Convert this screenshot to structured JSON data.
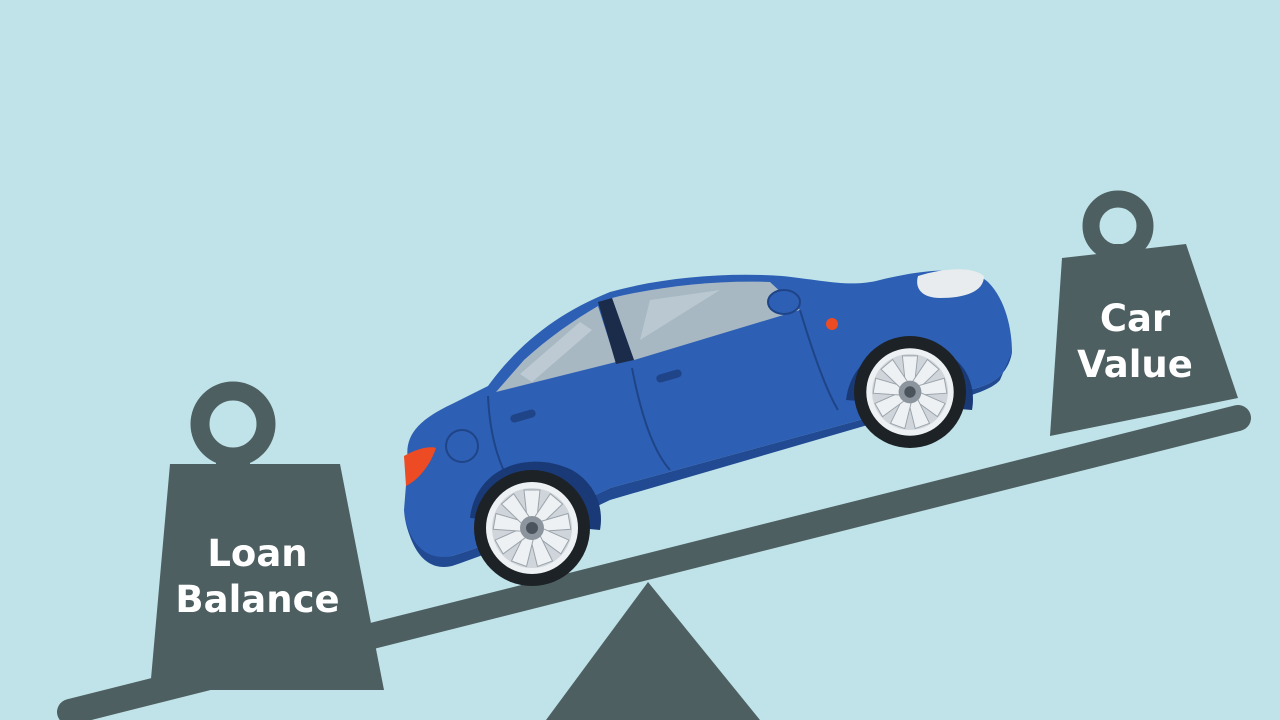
{
  "colors": {
    "background": "#bfe3e8",
    "scale": "#4e5f62",
    "car_body": "#2d5fb4",
    "car_body_shadow": "#214a92",
    "window": "#a7b8c3",
    "tail_light": "#ec4b24",
    "headlight": "#e8ecef",
    "tire": "#1d2227",
    "rim": "#eef1f3"
  },
  "icons": [
    "loan-balance-weight-icon",
    "car-value-weight-icon",
    "seesaw-icon",
    "blue-sedan-icon"
  ],
  "weights": {
    "left": {
      "line1": "Loan",
      "line2": "Balance"
    },
    "right": {
      "line1": "Car",
      "line2": "Value"
    }
  }
}
